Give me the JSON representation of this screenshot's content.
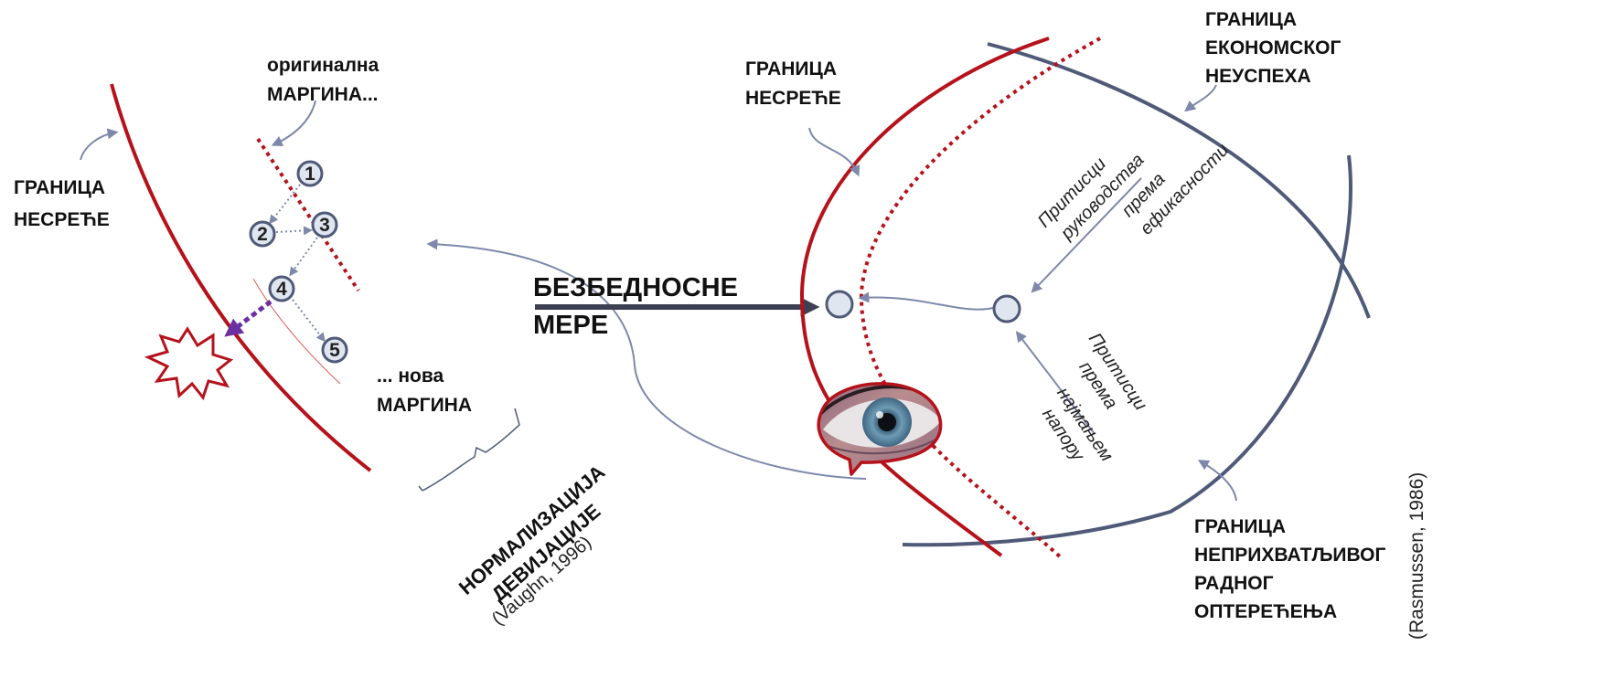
{
  "left": {
    "boundary_label": [
      "ГРАНИЦА",
      "НЕСРЕЋЕ"
    ],
    "original_margin_label": [
      "оригинална",
      "МАРГИНА..."
    ],
    "new_margin_label": [
      "... нова",
      "МАРГИНА"
    ],
    "steps": [
      "1",
      "2",
      "3",
      "4",
      "5"
    ],
    "normalization_label": [
      "НОРМАЛИЗАЦИЈА",
      "ДЕВИЈАЦИЈЕ"
    ],
    "normalization_citation": "(Vaughn, 1996)"
  },
  "center": {
    "safety_measures_label": [
      "БЕЗБЕДНОСНЕ",
      "МЕРЕ"
    ]
  },
  "right": {
    "accident_boundary_label": [
      "ГРАНИЦА",
      "НЕСРЕЋЕ"
    ],
    "economic_boundary_label": [
      "ГРАНИЦА",
      "ЕКОНОМСКОГ",
      "НЕУСПЕХА"
    ],
    "workload_boundary_label": [
      "ГРАНИЦА",
      "НЕПРИХВАТЉИВОГ",
      "РАДНОГ",
      "ОПТЕРЕЋЕЊА"
    ],
    "management_pressure_label": [
      "Притисци",
      "руководства",
      "према",
      "ефикасности"
    ],
    "effort_pressure_label": [
      "Притисци",
      "према",
      "најмањем",
      "напору"
    ],
    "citation": "(Rasmussen, 1986)"
  },
  "colors": {
    "boundary_red": "#b5121b",
    "slate": "#4f5a78",
    "connector": "#7d88aa",
    "circle_fill": "#dfe6f0",
    "deviation_purple": "#6a2fa0"
  },
  "icons": {
    "explosion": "explosion-icon",
    "eye": "eye-icon"
  }
}
